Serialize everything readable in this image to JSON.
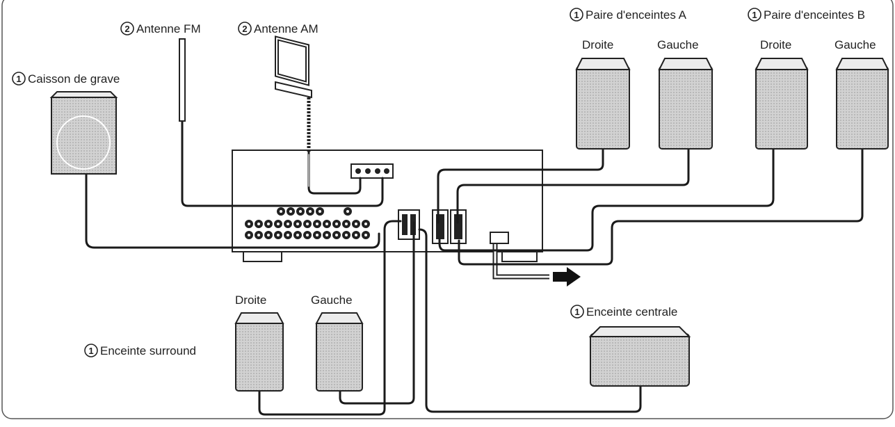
{
  "labels": {
    "subwoofer": "Caisson de grave",
    "fm_antenna": "Antenne FM",
    "am_antenna": "Antenne AM",
    "pair_a": "Paire d'enceintes A",
    "pair_b": "Paire d'enceintes B",
    "right": "Droite",
    "left": "Gauche",
    "surround": "Enceinte surround",
    "center": "Enceinte centrale"
  },
  "numbers": {
    "speaker_marker": "1",
    "antenna_marker": "2"
  },
  "colors": {
    "line": "#1a1a1a",
    "grille": "#cfcfcf",
    "frame": "#555555"
  }
}
